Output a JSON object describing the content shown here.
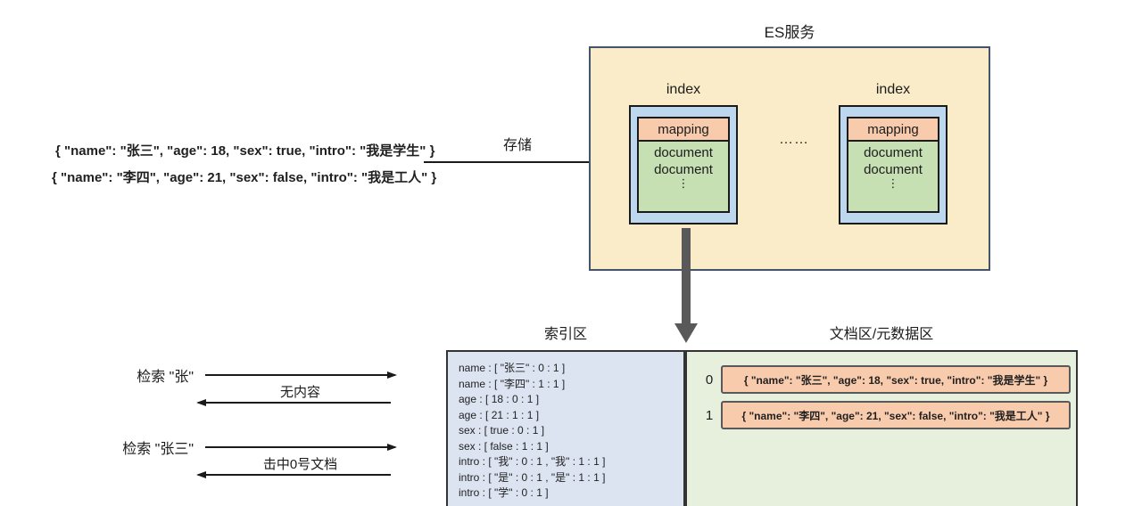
{
  "source": {
    "doc1": "{ \"name\": \"张三\", \"age\": 18, \"sex\": true, \"intro\": \"我是学生\" }",
    "doc2": "{ \"name\": \"李四\", \"age\": 21, \"sex\": false, \"intro\": \"我是工人\" }"
  },
  "store_flow": {
    "label": "存储"
  },
  "es_service": {
    "title": "ES服务",
    "separator_dots": "……",
    "indexes": [
      {
        "label": "index",
        "mapping": "mapping",
        "documents": [
          "document",
          "document"
        ],
        "more": "⋮"
      },
      {
        "label": "index",
        "mapping": "mapping",
        "documents": [
          "document",
          "document"
        ],
        "more": "⋮"
      }
    ]
  },
  "index_area": {
    "title": "索引区",
    "entries": [
      "name : [ \"张三\" : 0 : 1 ]",
      "name : [ \"李四\" : 1 : 1 ]",
      "age : [ 18 : 0 : 1 ]",
      "age : [ 21 : 1 : 1 ]",
      "sex : [ true : 0 : 1 ]",
      "sex : [ false : 1 : 1 ]",
      "intro : [ \"我\" : 0 : 1 , \"我\" : 1 : 1 ]",
      "intro : [ \"是\" : 0 : 1 , \"是\" : 1 : 1 ]",
      "intro : [ \"学\" : 0 : 1 ]"
    ]
  },
  "doc_area": {
    "title": "文档区/元数据区",
    "rows": [
      {
        "id": "0",
        "content": "{ \"name\": \"张三\", \"age\": 18, \"sex\": true, \"intro\": \"我是学生\" }"
      },
      {
        "id": "1",
        "content": "{ \"name\": \"李四\", \"age\": 21, \"sex\": false, \"intro\": \"我是工人\" }"
      }
    ]
  },
  "search_flows": [
    {
      "query": "检索 \"张\"",
      "response": "无内容"
    },
    {
      "query": "检索 \"张三\"",
      "response": "击中0号文档"
    }
  ],
  "colors": {
    "es_box_bg": "#FAECC8",
    "es_box_border": "#44546A",
    "index_bg": "#BDD7EE",
    "mapping_bg": "#F8CBAD",
    "document_bg": "#C6E0B4",
    "index_area_bg": "#DCE4F2",
    "doc_area_bg": "#E6F0DC",
    "doc_row_bg": "#F8CBAD",
    "doc_row_border": "#595959",
    "arrow_color": "#1A1A1A",
    "thick_arrow_color": "#595959"
  }
}
